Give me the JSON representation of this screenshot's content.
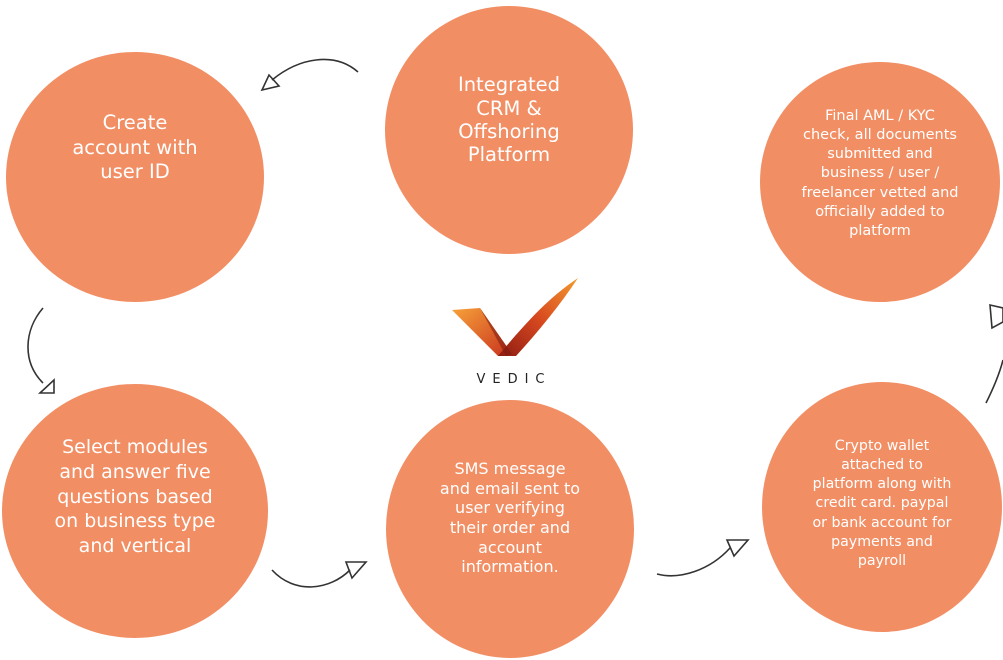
{
  "colors": {
    "node_fill": "#F28E64",
    "node_text": "#FFFFFF",
    "arrow": "#333333",
    "logo_text": "#222222"
  },
  "nodes": {
    "platform": "Integrated\nCRM &\nOffshoring\nPlatform",
    "create_account": "Create\naccount with\nuser ID",
    "final_check": "Final AML / KYC\ncheck, all documents\nsubmitted and\nbusiness / user /\nfreelancer vetted and\nofficially added to\nplatform",
    "select_modules": "Select modules\nand answer five\nquestions based\non business type\nand vertical",
    "sms_message": "SMS message\nand email sent to\nuser verifying\ntheir order and\naccount\ninformation.",
    "crypto_wallet": "Crypto wallet\nattached to\nplatform along with\ncredit card. paypal\nor bank account for\npayments and\npayroll"
  },
  "logo": {
    "text": "VEDIC"
  }
}
